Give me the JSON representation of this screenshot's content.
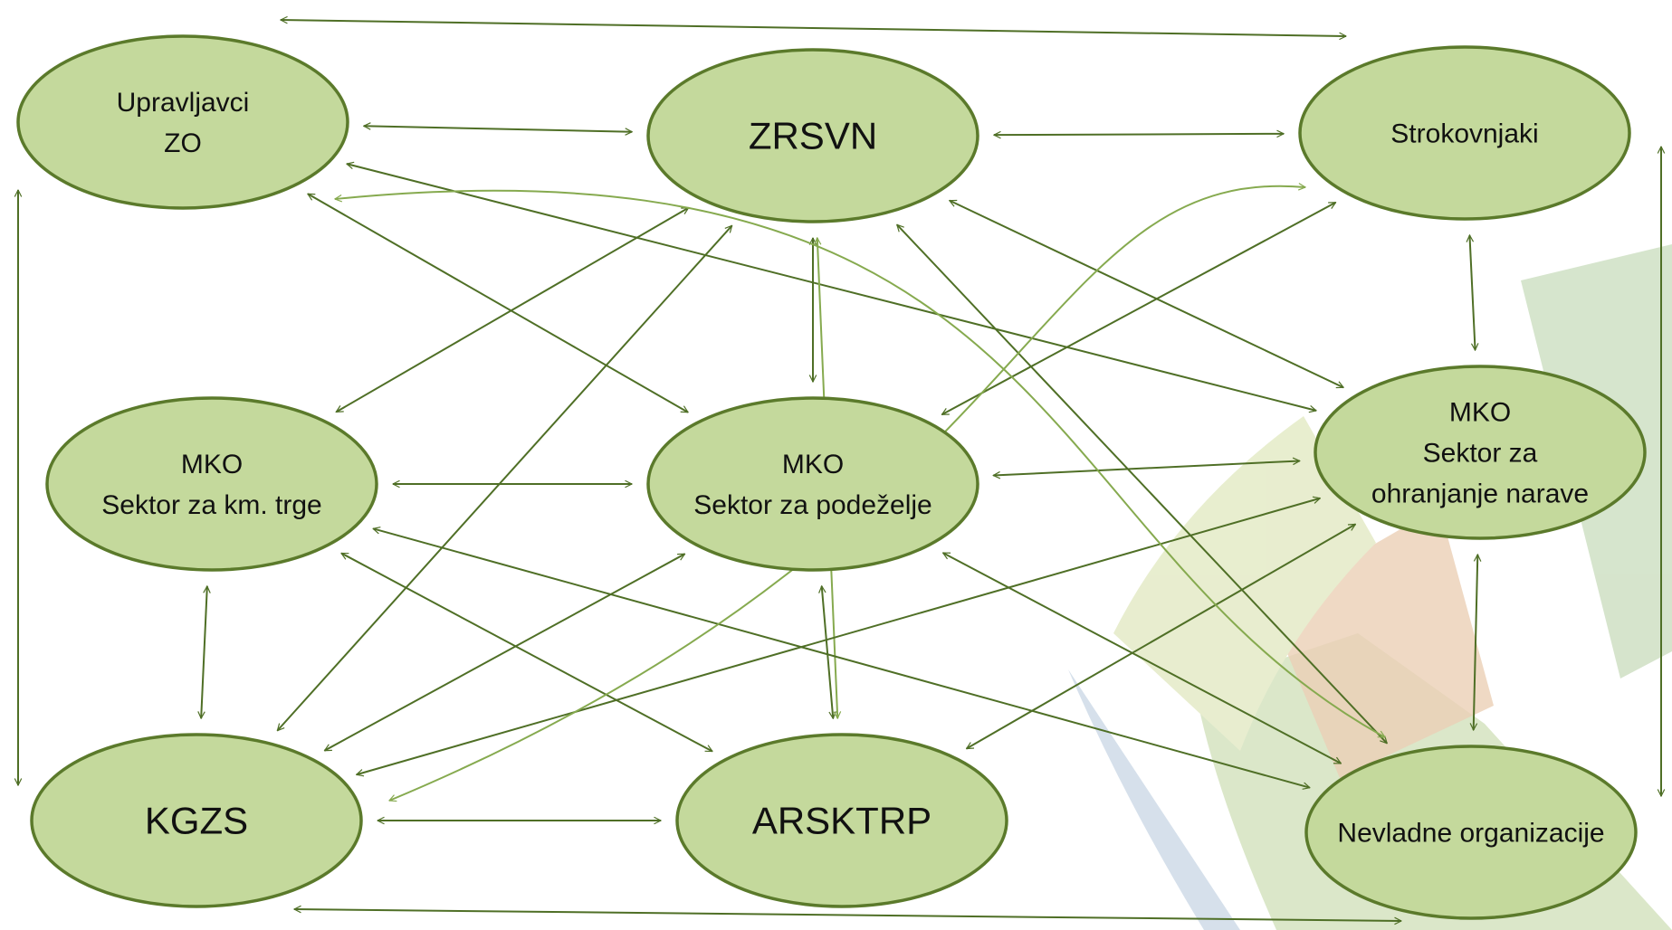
{
  "colors": {
    "node_fill": "#c4d99c",
    "node_stroke": "#5b7a2b",
    "arrow_dark": "#4f6f26",
    "arrow_light": "#86aa4f",
    "bg_blue": "#cfdbe8",
    "bg_tan": "#e7c7a9",
    "bg_green": "#d5e3c0",
    "bg_yellowgreen": "#e4ebc7"
  },
  "nodes": {
    "upravljavci": {
      "lines": [
        "Upravljavci",
        "ZO"
      ]
    },
    "zrsvn": {
      "lines": [
        "ZRSVN"
      ]
    },
    "strokovnjaki": {
      "lines": [
        "Strokovnjaki"
      ]
    },
    "mko_km": {
      "lines": [
        "MKO",
        "Sektor za km. trge"
      ]
    },
    "mko_podezelje": {
      "lines": [
        "MKO",
        "Sektor za podeželje"
      ]
    },
    "mko_narava": {
      "lines": [
        "MKO",
        "Sektor za",
        "ohranjanje narave"
      ]
    },
    "kgzs": {
      "lines": [
        "KGZS"
      ]
    },
    "arsktrp": {
      "lines": [
        "ARSKTRP"
      ]
    },
    "nevladne": {
      "lines": [
        "Nevladne organizacije"
      ]
    }
  },
  "connections": [
    {
      "from": "upravljavci",
      "to": "zrsvn",
      "style": "dark"
    },
    {
      "from": "zrsvn",
      "to": "strokovnjaki",
      "style": "dark"
    },
    {
      "from": "upravljavci",
      "to": "strokovnjaki",
      "style": "dark"
    },
    {
      "from": "upravljavci",
      "to": "kgzs",
      "style": "dark"
    },
    {
      "from": "strokovnjaki",
      "to": "nevladne",
      "style": "dark"
    },
    {
      "from": "kgzs",
      "to": "nevladne",
      "style": "dark"
    },
    {
      "from": "zrsvn",
      "to": "mko_podezelje",
      "style": "dark"
    },
    {
      "from": "strokovnjaki",
      "to": "mko_narava",
      "style": "dark"
    },
    {
      "from": "mko_km",
      "to": "kgzs",
      "style": "dark"
    },
    {
      "from": "mko_podezelje",
      "to": "arsktrp",
      "style": "dark"
    },
    {
      "from": "mko_narava",
      "to": "nevladne",
      "style": "dark"
    },
    {
      "from": "mko_km",
      "to": "mko_podezelje",
      "style": "dark"
    },
    {
      "from": "mko_podezelje",
      "to": "mko_narava",
      "style": "dark"
    },
    {
      "from": "kgzs",
      "to": "arsktrp",
      "style": "dark"
    },
    {
      "from": "upravljavci",
      "to": "mko_podezelje",
      "style": "dark"
    },
    {
      "from": "upravljavci",
      "to": "mko_narava",
      "style": "dark"
    },
    {
      "from": "zrsvn",
      "to": "mko_km",
      "style": "dark"
    },
    {
      "from": "zrsvn",
      "to": "kgzs",
      "style": "dark"
    },
    {
      "from": "zrsvn",
      "to": "mko_narava",
      "style": "dark"
    },
    {
      "from": "zrsvn",
      "to": "nevladne",
      "style": "dark"
    },
    {
      "from": "zrsvn",
      "to": "arsktrp",
      "style": "light"
    },
    {
      "from": "strokovnjaki",
      "to": "mko_podezelje",
      "style": "dark"
    },
    {
      "from": "mko_km",
      "to": "arsktrp",
      "style": "dark"
    },
    {
      "from": "mko_km",
      "to": "nevladne",
      "style": "dark"
    },
    {
      "from": "mko_podezelje",
      "to": "kgzs",
      "style": "dark"
    },
    {
      "from": "mko_podezelje",
      "to": "nevladne",
      "style": "dark"
    },
    {
      "from": "mko_narava",
      "to": "kgzs",
      "style": "dark"
    },
    {
      "from": "mko_narava",
      "to": "arsktrp",
      "style": "dark"
    },
    {
      "from": "upravljavci",
      "to": "nevladne",
      "style": "light"
    },
    {
      "from": "strokovnjaki",
      "to": "kgzs",
      "style": "light"
    }
  ]
}
